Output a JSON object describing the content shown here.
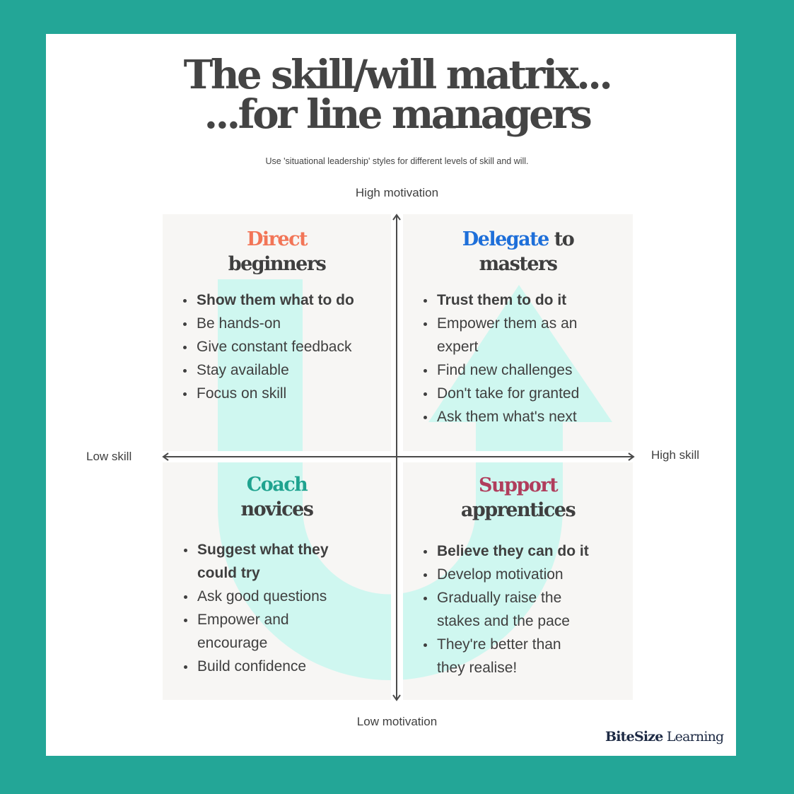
{
  "title": {
    "line1": "The skill/will matrix...",
    "line2": "...for line managers"
  },
  "subtitle": "Use 'situational leadership' styles for different levels of skill and will.",
  "axes": {
    "top": "High motivation",
    "bottom": "Low motivation",
    "left": "Low skill",
    "right": "High skill"
  },
  "colors": {
    "frame": "#23a697",
    "card": "#ffffff",
    "quadrant_bg": "#f7f6f4",
    "path_fill": "#cff7f0",
    "text": "#3f3f3f",
    "direct": "#f27557",
    "delegate": "#1e6fd9",
    "coach": "#1fa38f",
    "support": "#b03d5c",
    "brand": "#1d2a44"
  },
  "quadrants": {
    "top_left": {
      "accent": "Direct",
      "rest": "beginners",
      "items": [
        {
          "text": "Show them what to do",
          "bold": true
        },
        {
          "text": "Be hands-on",
          "bold": false
        },
        {
          "text": "Give constant feedback",
          "bold": false
        },
        {
          "text": "Stay available",
          "bold": false
        },
        {
          "text": "Focus on skill",
          "bold": false
        }
      ]
    },
    "top_right": {
      "accent": "Delegate",
      "rest_inline": "to",
      "rest": "masters",
      "items": [
        {
          "text": "Trust them to do it",
          "bold": true
        },
        {
          "text": "Empower them as an",
          "bold": false
        },
        {
          "text": "expert",
          "bold": false
        },
        {
          "text": "Find new challenges",
          "bold": false
        },
        {
          "text": "Don't take for granted",
          "bold": false
        },
        {
          "text": "Ask them what's next",
          "bold": false
        }
      ]
    },
    "bottom_left": {
      "accent": "Coach",
      "rest": "novices",
      "items": [
        {
          "text": "Suggest what they",
          "bold": true
        },
        {
          "text": "could try",
          "bold": true
        },
        {
          "text": "Ask good questions",
          "bold": false
        },
        {
          "text": "Empower and",
          "bold": false
        },
        {
          "text": "encourage",
          "bold": false
        },
        {
          "text": "Build confidence",
          "bold": false
        }
      ]
    },
    "bottom_right": {
      "accent": "Support",
      "rest": "apprentices",
      "items": [
        {
          "text": "Believe they can do it",
          "bold": true
        },
        {
          "text": "Develop motivation",
          "bold": false
        },
        {
          "text": "Gradually raise the",
          "bold": false
        },
        {
          "text": "stakes and the pace",
          "bold": false
        },
        {
          "text": "They're better than",
          "bold": false
        },
        {
          "text": "they realise!",
          "bold": false
        }
      ]
    }
  },
  "brand": {
    "part1": "BiteSize",
    "part2": "Learning"
  }
}
